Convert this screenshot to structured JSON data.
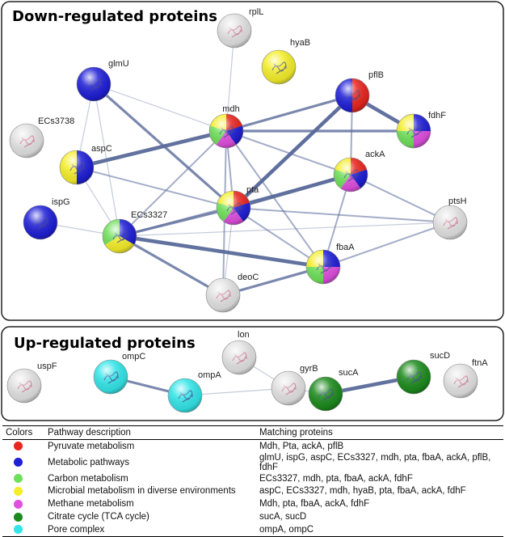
{
  "panels": {
    "down_title": "Down-regulated proteins",
    "up_title": "Up-regulated proteins"
  },
  "colors": {
    "red": "#e8261e",
    "blue": "#1f1fd6",
    "green": "#6fe05a",
    "yellow": "#f4ee2a",
    "magenta": "#e050e0",
    "darkgreen": "#1c8a1c",
    "cyan": "#33e5e8",
    "white": "#e2e2e2",
    "edge": "#5a6a9a"
  },
  "nodes": [
    {
      "id": "rplL",
      "label": "rplL",
      "colors": [
        "white"
      ]
    },
    {
      "id": "hyaB",
      "label": "hyaB",
      "colors": [
        "yellow"
      ]
    },
    {
      "id": "glmU",
      "label": "glmU",
      "colors": [
        "blue"
      ]
    },
    {
      "id": "pflB",
      "label": "pflB",
      "colors": [
        "red",
        "blue"
      ]
    },
    {
      "id": "fdhF",
      "label": "fdhF",
      "colors": [
        "blue",
        "magenta",
        "green",
        "yellow"
      ]
    },
    {
      "id": "ECs3738",
      "label": "ECs3738",
      "colors": [
        "white"
      ]
    },
    {
      "id": "mdh",
      "label": "mdh",
      "colors": [
        "red",
        "blue",
        "magenta",
        "green",
        "yellow"
      ]
    },
    {
      "id": "aspC",
      "label": "aspC",
      "colors": [
        "blue",
        "yellow"
      ]
    },
    {
      "id": "ackA",
      "label": "ackA",
      "colors": [
        "red",
        "blue",
        "magenta",
        "green",
        "yellow"
      ]
    },
    {
      "id": "pta",
      "label": "pta",
      "colors": [
        "red",
        "blue",
        "magenta",
        "green",
        "yellow"
      ]
    },
    {
      "id": "ispG",
      "label": "ispG",
      "colors": [
        "blue"
      ]
    },
    {
      "id": "ECs3327",
      "label": "ECs3327",
      "colors": [
        "blue",
        "yellow",
        "green"
      ]
    },
    {
      "id": "ptsH",
      "label": "ptsH",
      "colors": [
        "white"
      ]
    },
    {
      "id": "fbaA",
      "label": "fbaA",
      "colors": [
        "blue",
        "magenta",
        "green",
        "yellow"
      ]
    },
    {
      "id": "deoC",
      "label": "deoC",
      "colors": [
        "white"
      ]
    },
    {
      "id": "uspF",
      "label": "uspF",
      "colors": [
        "white"
      ]
    },
    {
      "id": "ompC",
      "label": "ompC",
      "colors": [
        "cyan"
      ]
    },
    {
      "id": "lon",
      "label": "lon",
      "colors": [
        "white"
      ]
    },
    {
      "id": "ompA",
      "label": "ompA",
      "colors": [
        "cyan"
      ]
    },
    {
      "id": "gyrB",
      "label": "gyrB",
      "colors": [
        "white"
      ]
    },
    {
      "id": "sucA",
      "label": "sucA",
      "colors": [
        "darkgreen"
      ]
    },
    {
      "id": "sucD",
      "label": "sucD",
      "colors": [
        "darkgreen"
      ]
    },
    {
      "id": "ftnA",
      "label": "ftnA",
      "colors": [
        "white"
      ]
    }
  ],
  "edges": [
    {
      "a": "aspC",
      "b": "mdh",
      "w": 3
    },
    {
      "a": "mdh",
      "b": "pflB",
      "w": 2
    },
    {
      "a": "mdh",
      "b": "fdhF",
      "w": 2
    },
    {
      "a": "pflB",
      "b": "fdhF",
      "w": 3
    },
    {
      "a": "pflB",
      "b": "pta",
      "w": 3
    },
    {
      "a": "pflB",
      "b": "ackA",
      "w": 1
    },
    {
      "a": "pta",
      "b": "ackA",
      "w": 3
    },
    {
      "a": "mdh",
      "b": "ackA",
      "w": 1
    },
    {
      "a": "mdh",
      "b": "pta",
      "w": 1
    },
    {
      "a": "mdh",
      "b": "ECs3327",
      "w": 1
    },
    {
      "a": "mdh",
      "b": "fbaA",
      "w": 1
    },
    {
      "a": "mdh",
      "b": "deoC",
      "w": 1
    },
    {
      "a": "glmU",
      "b": "pta",
      "w": 2
    },
    {
      "a": "glmU",
      "b": "aspC",
      "w": 0
    },
    {
      "a": "glmU",
      "b": "ECs3327",
      "w": 0
    },
    {
      "a": "glmU",
      "b": "mdh",
      "w": 0
    },
    {
      "a": "aspC",
      "b": "ECs3327",
      "w": 0
    },
    {
      "a": "aspC",
      "b": "pta",
      "w": 1
    },
    {
      "a": "ECs3327",
      "b": "pta",
      "w": 2
    },
    {
      "a": "ECs3327",
      "b": "ackA",
      "w": 1
    },
    {
      "a": "ECs3327",
      "b": "fbaA",
      "w": 3
    },
    {
      "a": "ECs3327",
      "b": "deoC",
      "w": 2
    },
    {
      "a": "ispG",
      "b": "ECs3327",
      "w": 0
    },
    {
      "a": "pta",
      "b": "fbaA",
      "w": 1
    },
    {
      "a": "pta",
      "b": "ptsH",
      "w": 1
    },
    {
      "a": "pta",
      "b": "deoC",
      "w": 0
    },
    {
      "a": "ackA",
      "b": "fbaA",
      "w": 1
    },
    {
      "a": "ackA",
      "b": "ptsH",
      "w": 1
    },
    {
      "a": "fbaA",
      "b": "ptsH",
      "w": 1
    },
    {
      "a": "deoC",
      "b": "fbaA",
      "w": 2
    },
    {
      "a": "ECs3327",
      "b": "ptsH",
      "w": 0
    },
    {
      "a": "rplL",
      "b": "mdh",
      "w": 0
    },
    {
      "a": "pflB",
      "b": "pta",
      "w": 1
    },
    {
      "a": "ompC",
      "b": "ompA",
      "w": 2
    },
    {
      "a": "ompA",
      "b": "gyrB",
      "w": 0
    },
    {
      "a": "lon",
      "b": "gyrB",
      "w": 0
    },
    {
      "a": "gyrB",
      "b": "sucA",
      "w": 0
    },
    {
      "a": "sucA",
      "b": "sucD",
      "w": 3
    }
  ],
  "legend": {
    "headers": [
      "Colors",
      "Pathway description",
      "Matching proteins"
    ],
    "rows": [
      {
        "color": "#e8261e",
        "desc": "Pyruvate metabolism",
        "proteins": "Mdh, Pta, ackA, pflB"
      },
      {
        "color": "#1f1fd6",
        "desc": "Metabolic pathways",
        "proteins": "glmU, ispG, aspC, ECs3327, mdh, pta, fbaA, ackA, pflB, fdhF"
      },
      {
        "color": "#6fe05a",
        "desc": "Carbon metabolism",
        "proteins": "ECs3327, mdh, pta, fbaA, ackA, fdhF"
      },
      {
        "color": "#f4ee2a",
        "desc": "Microbial metabolism in diverse environments",
        "proteins": "aspC, ECs3327, mdh, hyaB, pta, fbaA, ackA, fdhF"
      },
      {
        "color": "#e050e0",
        "desc": "Methane metabolism",
        "proteins": "Mdh, pta, fbaA, ackA, fdhF"
      },
      {
        "color": "#1c8a1c",
        "desc": "Citrate cycle (TCA cycle)",
        "proteins": "sucA, sucD"
      },
      {
        "color": "#33e5e8",
        "desc": "Pore complex",
        "proteins": "ompA, ompC"
      }
    ]
  }
}
